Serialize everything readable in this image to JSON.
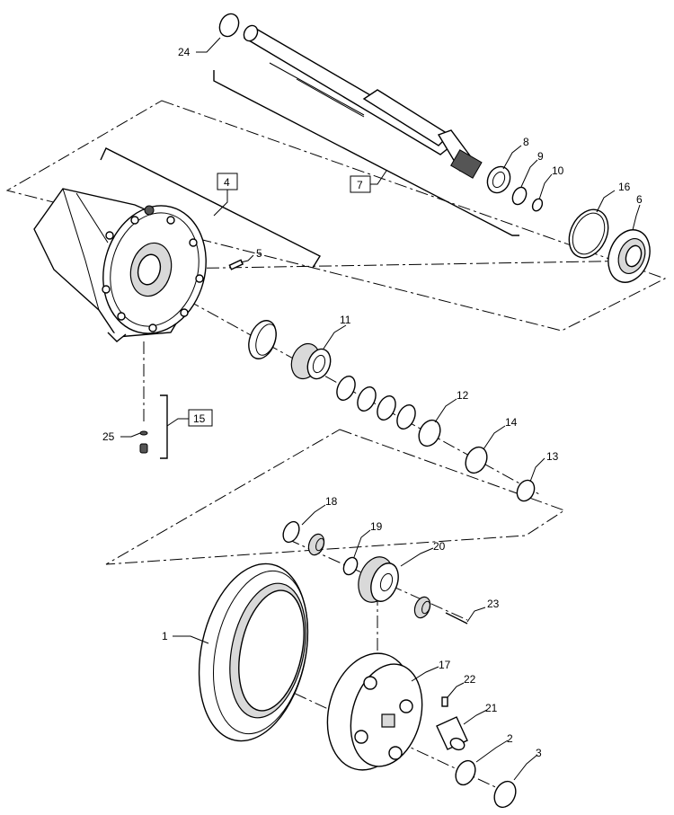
{
  "diagram": {
    "callouts": [
      {
        "id": "c1",
        "label": "1"
      },
      {
        "id": "c2",
        "label": "2"
      },
      {
        "id": "c3",
        "label": "3"
      },
      {
        "id": "c4",
        "label": "4",
        "boxed": true
      },
      {
        "id": "c5",
        "label": "5"
      },
      {
        "id": "c6",
        "label": "6"
      },
      {
        "id": "c7",
        "label": "7",
        "boxed": true
      },
      {
        "id": "c8",
        "label": "8"
      },
      {
        "id": "c9",
        "label": "9"
      },
      {
        "id": "c10",
        "label": "10"
      },
      {
        "id": "c11",
        "label": "11"
      },
      {
        "id": "c12",
        "label": "12"
      },
      {
        "id": "c13",
        "label": "13"
      },
      {
        "id": "c14",
        "label": "14"
      },
      {
        "id": "c15",
        "label": "15",
        "boxed": true
      },
      {
        "id": "c16",
        "label": "16"
      },
      {
        "id": "c17",
        "label": "17"
      },
      {
        "id": "c18",
        "label": "18"
      },
      {
        "id": "c19",
        "label": "19"
      },
      {
        "id": "c20",
        "label": "20"
      },
      {
        "id": "c21",
        "label": "21"
      },
      {
        "id": "c22",
        "label": "22"
      },
      {
        "id": "c23",
        "label": "23"
      },
      {
        "id": "c24",
        "label": "24"
      },
      {
        "id": "c25",
        "label": "25"
      }
    ]
  }
}
